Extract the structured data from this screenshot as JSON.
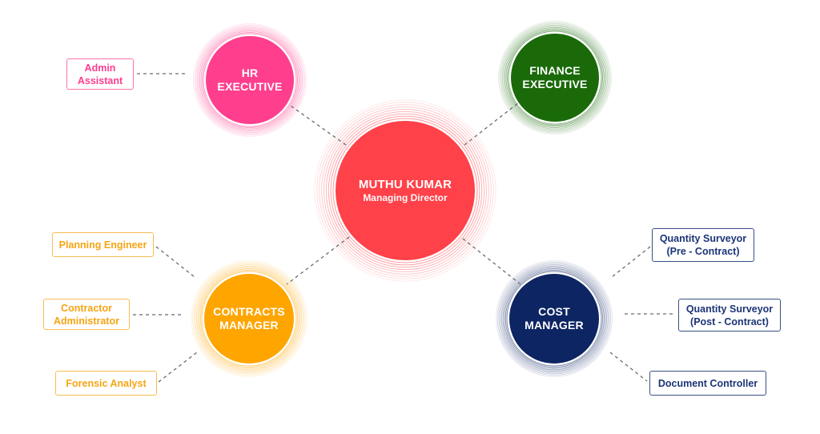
{
  "center": {
    "name": "MUTHU KUMAR",
    "title": "Managing Director",
    "color": "#ff4149"
  },
  "managers": [
    {
      "id": "hr",
      "lines": [
        "HR",
        "EXECUTIVE"
      ],
      "color": "#ff3f8e"
    },
    {
      "id": "finance",
      "lines": [
        "FINANCE",
        "EXECUTIVE"
      ],
      "color": "#1a6a0a"
    },
    {
      "id": "contracts",
      "lines": [
        "CONTRACTS",
        "MANAGER"
      ],
      "color": "#ffa500"
    },
    {
      "id": "cost",
      "lines": [
        "COST",
        "MANAGER"
      ],
      "color": "#0e2563"
    }
  ],
  "reports": {
    "hr": [
      {
        "lines": [
          "Admin",
          "Assistant"
        ]
      }
    ],
    "contracts": [
      {
        "lines": [
          "Planning Engineer"
        ]
      },
      {
        "lines": [
          "Contractor",
          "Administrator"
        ]
      },
      {
        "lines": [
          "Forensic Analyst"
        ]
      }
    ],
    "cost": [
      {
        "lines": [
          "Quantity Surveyor",
          "(Pre - Contract)"
        ]
      },
      {
        "lines": [
          "Quantity Surveyor",
          "(Post - Contract)"
        ]
      },
      {
        "lines": [
          "Document Controller"
        ]
      }
    ]
  },
  "connector_color": "#6b6b6b"
}
